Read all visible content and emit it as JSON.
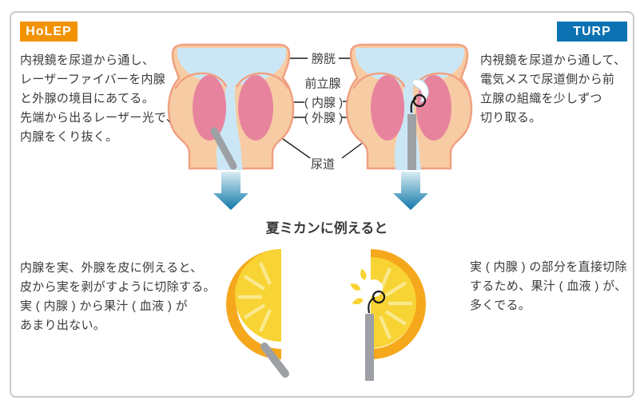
{
  "panel": {
    "holep": {
      "badge": "HoLEP",
      "description": [
        "内視鏡を尿道から通し、",
        "レーザーファイバーを内腺",
        "と外腺の境目にあてる。",
        "先端から出るレーザー光で、",
        "内腺をくり抜く。"
      ],
      "analogy": [
        "内腺を実、外腺を皮に例えると、",
        "皮から実を剥がすように切除する。",
        "実 ( 内腺 ) から果汁 ( 血液 ) が",
        "あまり出ない。"
      ]
    },
    "turp": {
      "badge": "TURP",
      "description": [
        "内視鏡を尿道から通して、",
        "電気メスで尿道側から前",
        "立腺の組織を少しずつ",
        "切り取る。"
      ],
      "analogy": [
        "実 ( 内腺 ) の部分を直接切除",
        "するため、果汁 ( 血液 ) が、",
        "多くでる。"
      ]
    },
    "anatomy_labels": {
      "bladder": "膀胱",
      "prostate": "前立腺",
      "inner_gland": "( 内腺 )",
      "outer_gland": "( 外腺 )",
      "urethra": "尿道"
    },
    "analogy_heading": "夏ミカンに例えると",
    "colors": {
      "holep_badge": "#F29200",
      "turp_badge": "#0D72B2",
      "arrow_top": "#D9EDF4",
      "arrow_bottom": "#1078A8",
      "bladder_fill": "#CBE7F6",
      "tissue_fill": "#F7CCA4",
      "tissue_outline": "#F0A080",
      "gland_fill": "#E8839E",
      "instrument_gray": "#9DA0A4",
      "rind_orange": "#F5A81C",
      "flesh_yellow": "#F8D334",
      "pulp_line": "#FAE98C",
      "text": "#3A3A3A",
      "frame_border": "#C8C9CA"
    }
  }
}
